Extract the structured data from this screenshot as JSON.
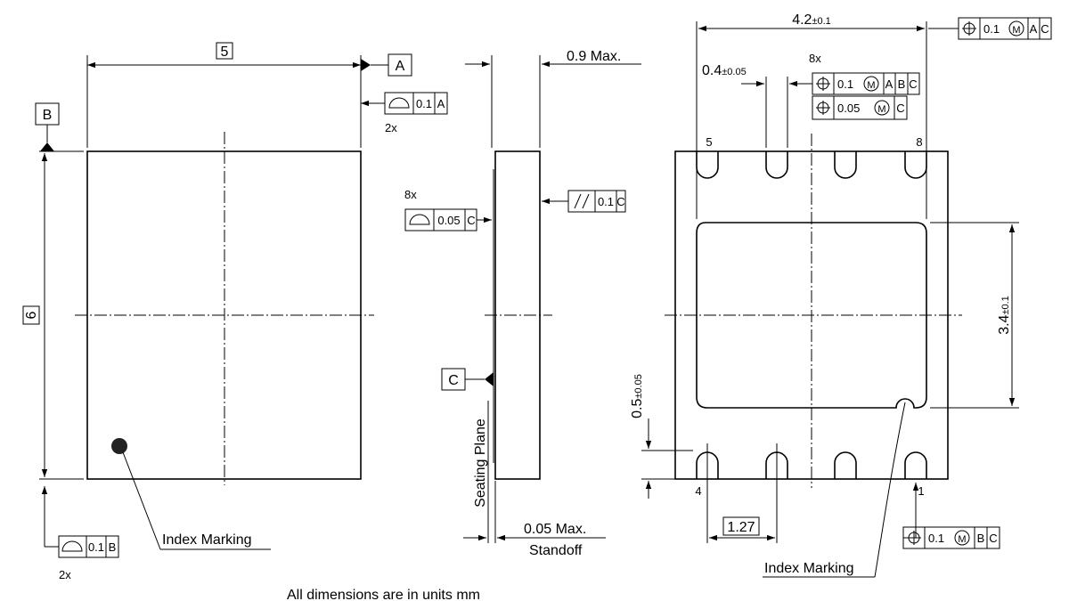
{
  "top_view": {
    "width_dim": "5",
    "height_dim": "6",
    "datum_a": "A",
    "datum_b": "B",
    "fcf_profile_a": {
      "tol": "0.1",
      "datum": "A",
      "count": "2x"
    },
    "fcf_profile_b": {
      "tol": "0.1",
      "datum": "B",
      "count": "2x"
    },
    "index_marking": "Index Marking"
  },
  "side_view": {
    "max_height": "0.9 Max.",
    "datum_c": "C",
    "fcf_parallel": {
      "tol": "0.1",
      "datum": "C"
    },
    "fcf_profile": {
      "count": "8x",
      "tol": "0.05",
      "datum": "C"
    },
    "seating_plane": "Seating Plane",
    "standoff_value": "0.05 Max.",
    "standoff_label": "Standoff"
  },
  "bottom_view": {
    "pad_width": "4.2",
    "pad_width_tol": "±0.1",
    "pad_height": "3.4",
    "pad_height_tol": "±0.1",
    "lead_width": "0.4",
    "lead_width_tol": "±0.05",
    "lead_length": "0.5",
    "lead_length_tol": "±0.05",
    "pitch": "1.27",
    "pin_5": "5",
    "pin_8": "8",
    "pin_4": "4",
    "pin_1": "1",
    "lead_count": "8x",
    "fcf_pad": {
      "tol": "0.1",
      "modifier": "M",
      "datums": [
        "A",
        "C"
      ]
    },
    "fcf_lead_1": {
      "tol": "0.1",
      "modifier": "M",
      "datums": [
        "A",
        "B",
        "C"
      ]
    },
    "fcf_lead_2": {
      "tol": "0.05",
      "modifier": "M",
      "datums": [
        "C"
      ]
    },
    "fcf_bottom": {
      "tol": "0.1",
      "modifier": "M",
      "datums": [
        "B",
        "C"
      ]
    },
    "index_marking": "Index Marking"
  },
  "footer_note": "All dimensions are in units mm"
}
